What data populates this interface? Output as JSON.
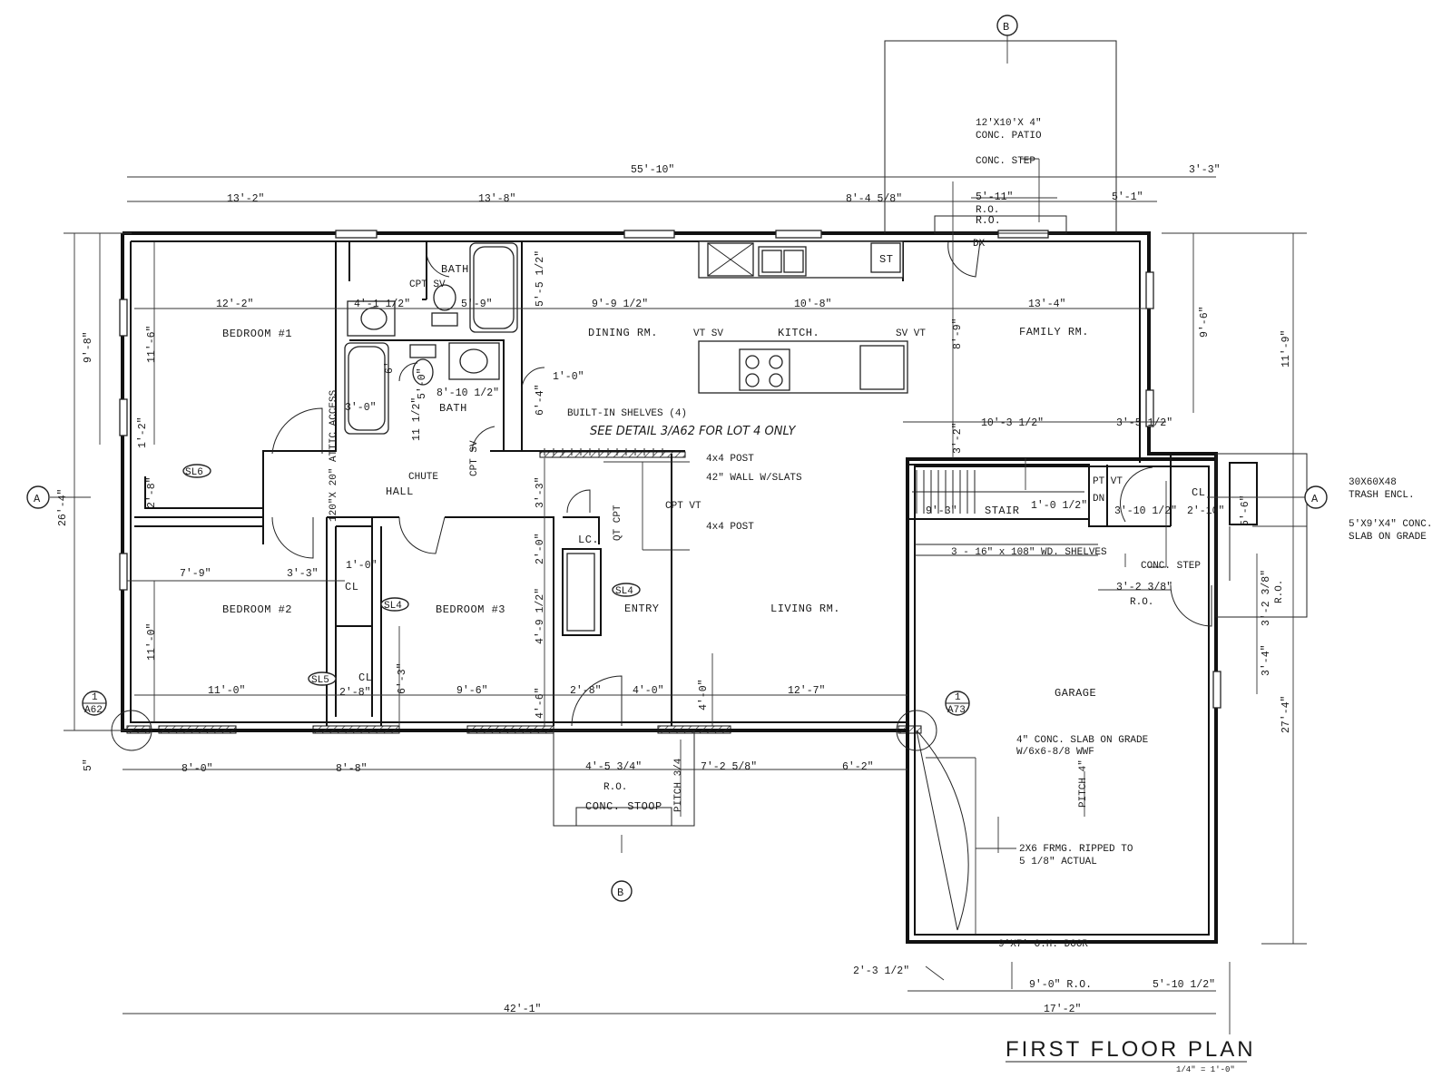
{
  "title": "FIRST FLOOR PLAN",
  "scale": "1/4\" = 1'-0\"",
  "rooms": {
    "bedroom1": "BEDROOM #1",
    "bedroom2": "BEDROOM #2",
    "bedroom3": "BEDROOM #3",
    "bath_upper": "BATH",
    "bath_lower": "BATH",
    "hall": "HALL",
    "dining": "DINING RM.",
    "kitchen": "KITCH.",
    "family": "FAMILY RM.",
    "living": "LIVING RM.",
    "entry": "ENTRY",
    "garage": "GARAGE",
    "stair": "STAIR",
    "stoop": "CONC. STOOP",
    "cl1": "CL",
    "cl2": "CL",
    "cl3": "CL",
    "lc": "LC.",
    "st": "ST"
  },
  "notes": {
    "patio": "12'X10'X 4\"",
    "patio2": "CONC. PATIO",
    "conc_step_top": "CONC. STEP",
    "conc_step_garage": "CONC. STEP",
    "built_in": "BUILT-IN SHELVES (4)",
    "see_detail": "SEE DETAIL 3/A62 FOR LOT 4 ONLY",
    "chute": "CHUTE",
    "attic": "120\"X 20\" ATTIC ACCESS",
    "post1": "4x4 POST",
    "post2": "4x4 POST",
    "wall_slats": "42\" WALL W/SLATS",
    "trash1": "30X60X48",
    "trash2": "TRASH ENCL.",
    "slab1": "5'X9'X4\" CONC.",
    "slab2": "SLAB ON GRADE",
    "shelves": "3 - 16\" x 108\" WD. SHELVES",
    "garage_slab1": "4\" CONC. SLAB ON GRADE",
    "garage_slab2": "W/6x6-8/8 WWF",
    "framing1": "2X6 FRMG. RIPPED TO",
    "framing2": "5 1/8\" ACTUAL",
    "ohdoor": "9'X7' O.H. DOOR",
    "pitch_stoop": "PITCH 3/4",
    "pitch_garage": "PITCH 4\"",
    "cpt_sv_bath": "CPT SV",
    "vt_sv_kitchen_l": "VT SV",
    "sv_vt_kitchen_r": "SV VT",
    "cpt_sv_hall": "CPT SV",
    "cpt_vt_entry": "CPT VT",
    "qt_cpt": "QT CPT",
    "pt_vt": "PT VT",
    "dn": "DN",
    "ro_patio": "R.O.",
    "ro_stoop": "R.O.",
    "ro_garage_side": "R.O.",
    "ro_garage_door": "9'-0\" R.O.",
    "ro_side_v": "R.O.",
    "dx": "DX"
  },
  "tags": {
    "sl6": "SL6",
    "sl4a": "SL4",
    "sl4b": "SL4",
    "sl5": "SL5",
    "det_a62_num": "1",
    "det_a62": "A62",
    "det_a73_num": "1",
    "det_a73": "A73",
    "sec_a_left": "A",
    "sec_a_right": "A",
    "sec_b_top": "B",
    "sec_b_bottom": "B"
  },
  "dims": {
    "overall_top": "55'-10\"",
    "top_a": "13'-2\"",
    "top_b": "13'-8\"",
    "top_c": "8'-4 5/8\"",
    "top_d": "5'-11\"",
    "top_e": "5'-1\"",
    "top_f": "3'-3\"",
    "ro_top": "R.O.",
    "b1_width": "12'-2\"",
    "b1_depth": "11'-6\"",
    "bath_a": "4'-1 1/2\"",
    "bath_b": "5'-9\"",
    "bath_c": "5'-5 1/2\"",
    "dining_w": "9'-9 1/2\"",
    "kitchen_w": "10'-8\"",
    "family_w": "13'-4\"",
    "family_d": "8'-9\"",
    "right_96": "9'-6\"",
    "right_119": "11'-9\"",
    "left_98": "9'-8\"",
    "left_264": "26'-4\"",
    "left_12": "1'-2\"",
    "left_28": "2'-8\"",
    "bath_3": "3'-0\"",
    "bath_6": "6'",
    "bath_810": "8'-10 1/2\"",
    "bath_5": "5'-0\"",
    "bath_11": "11 1/2\"",
    "one_0": "1'-0\"",
    "six_4": "6'-4\"",
    "three_2": "3'-2\"",
    "fam_103": "10'-3 1/2\"",
    "fam_35": "3'-5 1/2\"",
    "three_3": "3'-3\"",
    "stair_93": "9'-3\"",
    "stair_10": "1'-0 1/2\"",
    "stair_310": "3'-10 1/2\"",
    "stair_210": "2'-10\"",
    "b2_79": "7'-9\"",
    "b2_33": "3'-3\"",
    "b2_110": "11'-0\"",
    "b2_110v": "11'-0\"",
    "cl_10": "1'-0\"",
    "two_0": "2'-0\"",
    "b3_491": "4'-9 1/2\"",
    "b3_63": "6'-3\"",
    "cl_28": "2'-8\"",
    "b3_96": "9'-6\"",
    "four_6": "4'-6\"",
    "entry_28": "2'-8\"",
    "entry_40": "4'-0\"",
    "four_0": "4'-0\"",
    "lr_127": "12'-7\"",
    "g_323": "3'-2 3/8\"",
    "g_323v": "3'-2 3/8\"",
    "g_34": "3'-4\"",
    "g_56": "5'-6\"",
    "right_274": "27'-4\"",
    "bot_80": "8'-0\"",
    "bot_88": "8'-8\"",
    "bot_453": "4'-5 3/4\"",
    "bot_725": "7'-2 5/8\"",
    "bot_62": "6'-2\"",
    "bot_5": "5\"",
    "bot_231": "2'-3 1/2\"",
    "bot_5101": "5'-10 1/2\"",
    "bot_172": "17'-2\"",
    "bot_421": "42'-1\""
  }
}
